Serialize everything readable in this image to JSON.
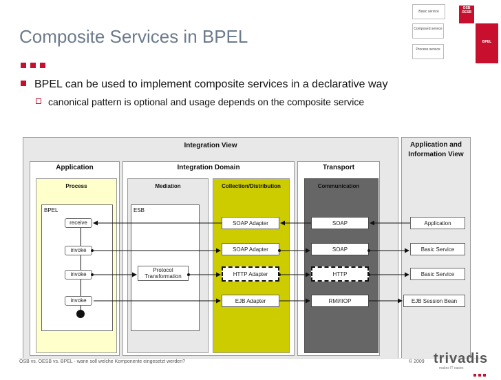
{
  "slide": {
    "title": "Composite Services in BPEL",
    "bullet_main": "BPEL can be used to implement composite services in a declarative way",
    "bullet_sub": "canonical pattern is optional and usage depends on the composite service"
  },
  "mini_diagram": {
    "basic_service": "Basic service",
    "composed_service": "Composed service",
    "process_service": "Process service",
    "osb_oesb": "OSB OESB",
    "bpel": "BPEL"
  },
  "diagram": {
    "integration_view": "Integration View",
    "app_info_view": "Application and Information View",
    "application": "Application",
    "integration_domain": "Integration Domain",
    "transport": "Transport",
    "process": "Process",
    "mediation": "Mediation",
    "collection_distribution": "Collection/Distribution",
    "communication": "Communication",
    "bpel": "BPEL",
    "esb": "ESB",
    "activities": [
      "receive",
      "invoke",
      "invoke",
      "invoke"
    ],
    "protocol_transformation": "Protocol Transformation",
    "adapters": [
      "SOAP Adapter",
      "SOAP Adapter",
      "HTTP Adapter",
      "EJB Adapter"
    ],
    "protocols": [
      "SOAP",
      "SOAP",
      "HTTP",
      "RMI/IIOP"
    ],
    "endpoints": [
      "Application",
      "Basic Service",
      "Basic Service",
      "EJB Session Bean"
    ]
  },
  "footer": {
    "left": "OSB vs. OESB vs. BPEL - wann soll welche Komponente eingesetzt werden?",
    "copyright": "© 2009",
    "brand": "trivadis",
    "tagline": "makes IT easier."
  },
  "colors": {
    "accent": "#c8102e",
    "title": "#6b7b8c",
    "yellow_light": "#ffffcc",
    "yellow": "#cccc00",
    "transport_gray": "#666666"
  }
}
